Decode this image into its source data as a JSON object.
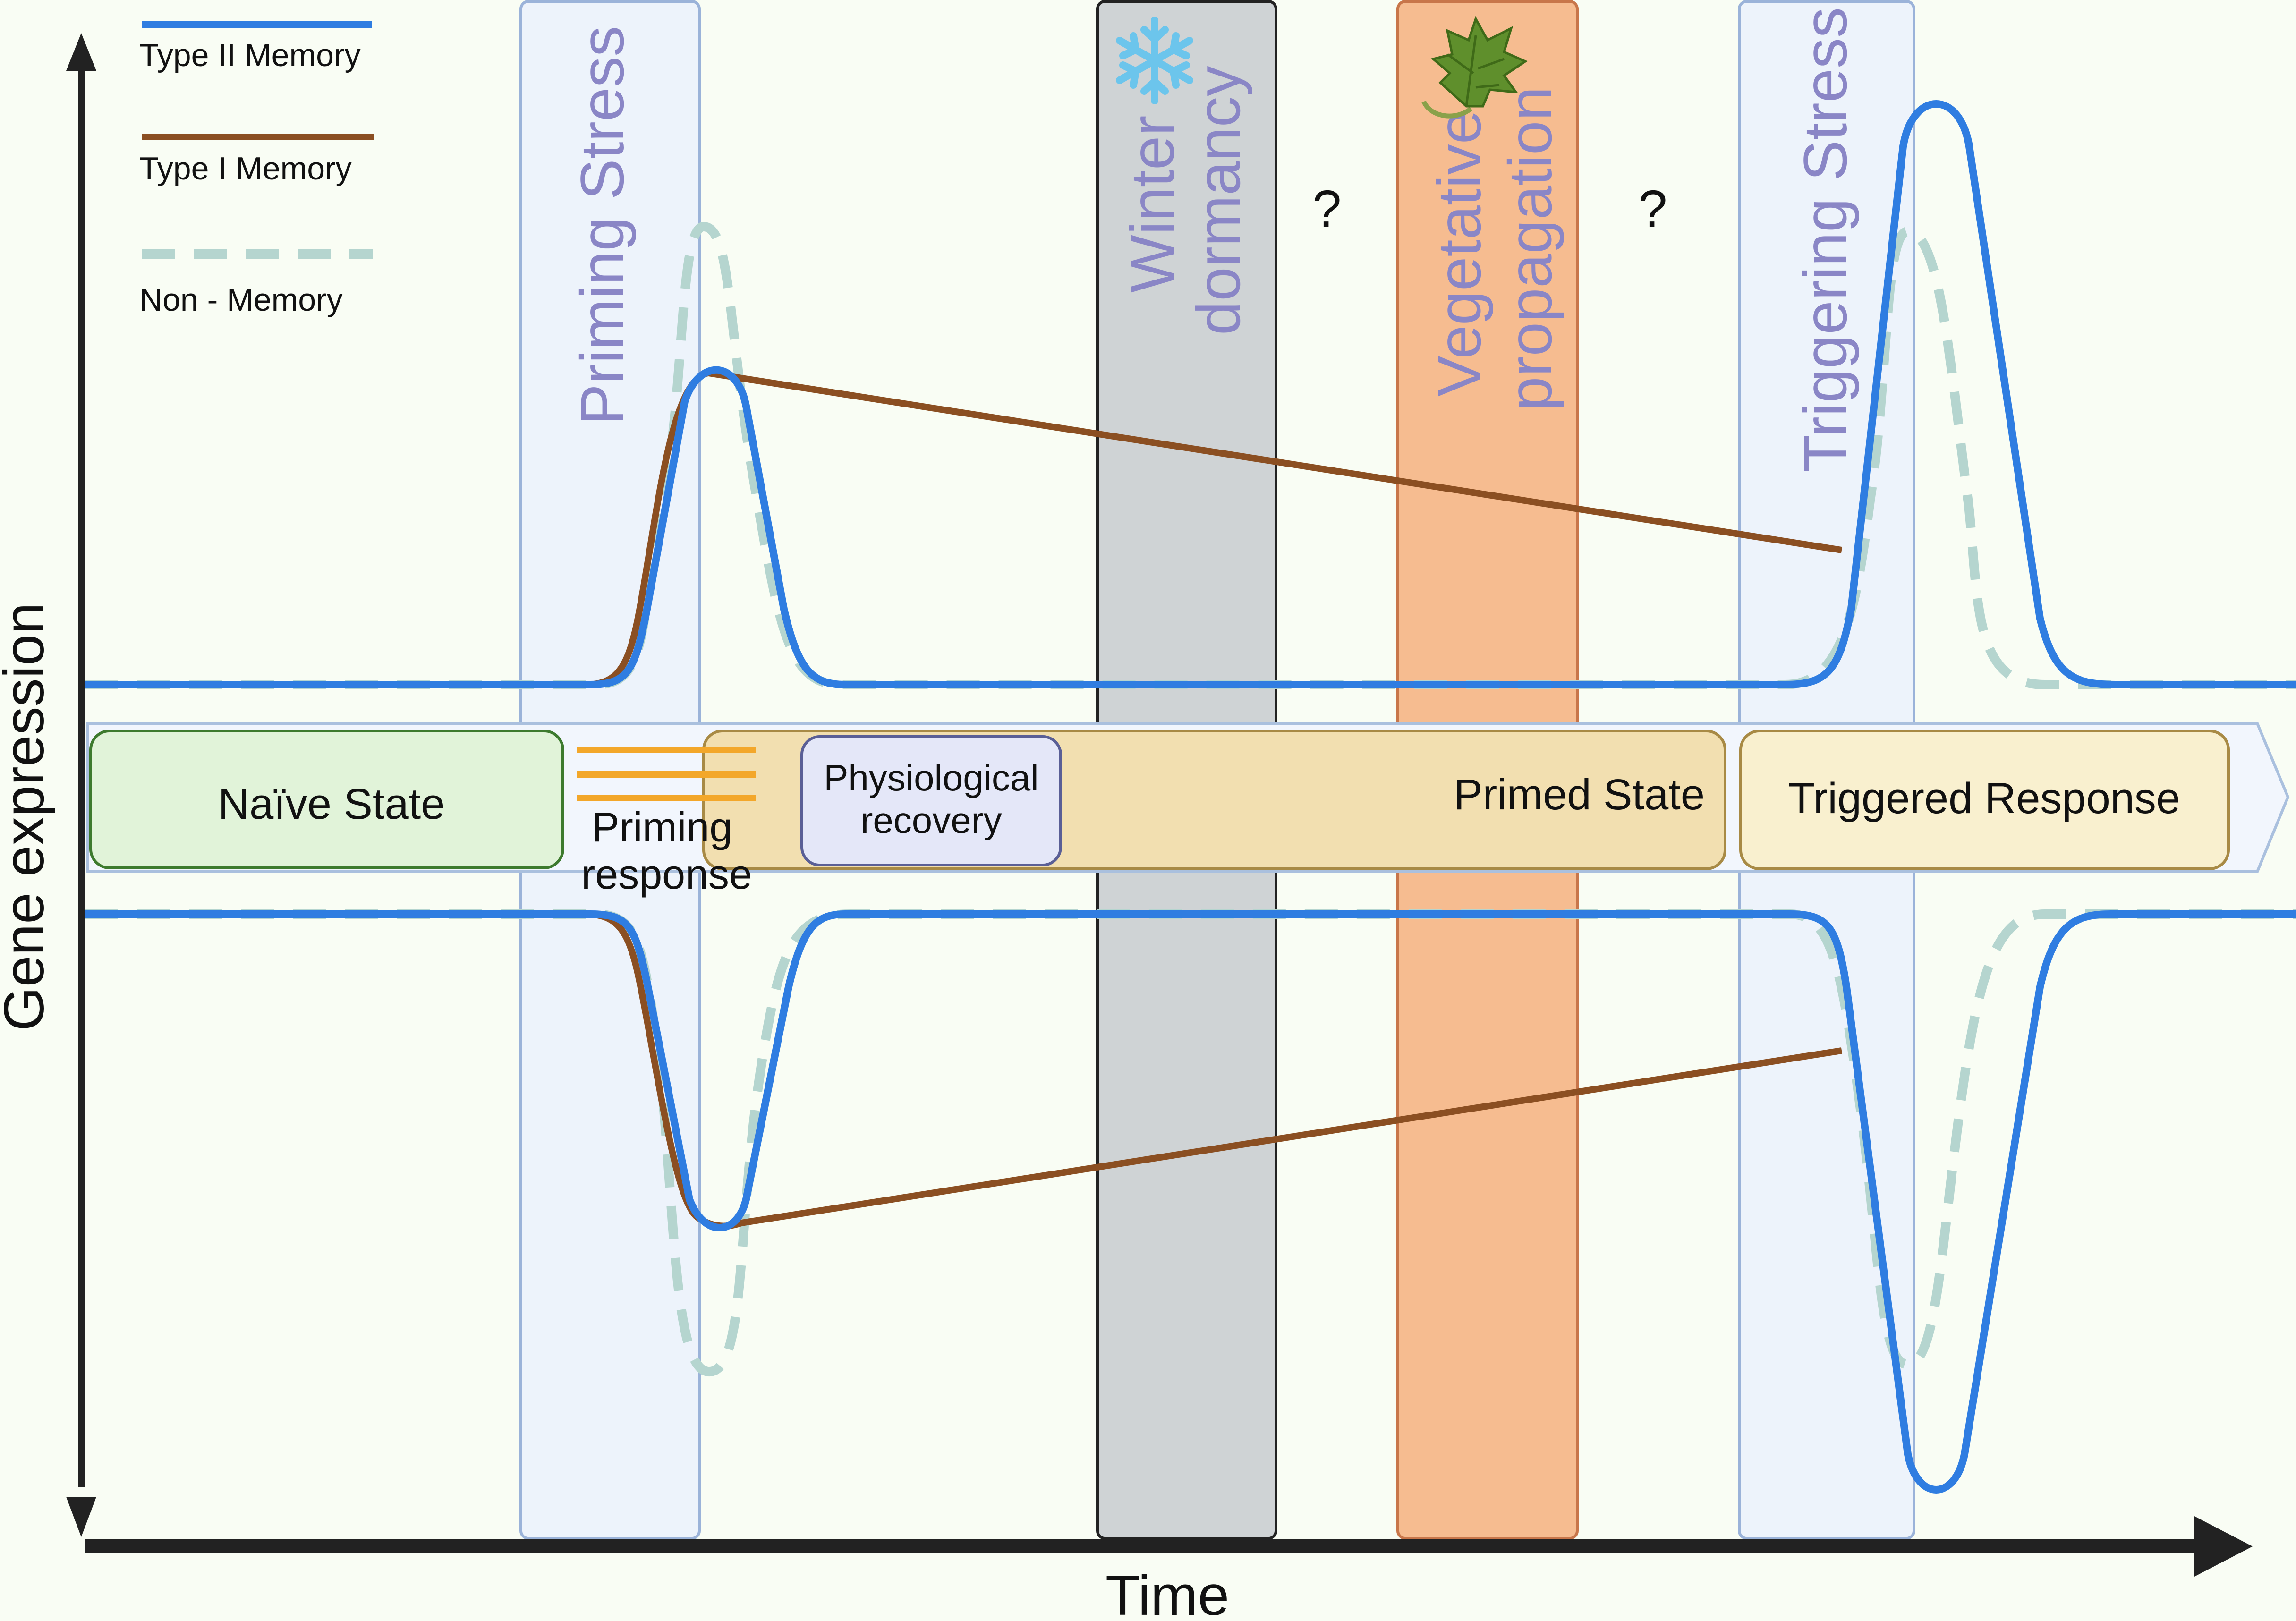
{
  "axes": {
    "y_label": "Gene expression",
    "x_label": "Time"
  },
  "legend": {
    "items": [
      {
        "label": "Type II Memory",
        "color": "#2f7de1",
        "style": "solid"
      },
      {
        "label": "Type I Memory",
        "color": "#8b4f22",
        "style": "solid"
      },
      {
        "label": "Non - Memory",
        "color": "#b5d5cf",
        "style": "dashed"
      }
    ]
  },
  "bands": {
    "priming": {
      "label": "Priming Stress"
    },
    "winter": {
      "label_line1": "Winter",
      "label_line2": "dormancy",
      "icon": "snowflake-icon"
    },
    "vegetative": {
      "label_line1": "Vegetative",
      "label_line2": "propagation",
      "icon": "grape-leaf-icon"
    },
    "triggering": {
      "label": "Triggering Stress"
    }
  },
  "question_marks": [
    "?",
    "?"
  ],
  "states": {
    "naive": "Naïve State",
    "priming_response_line1": "Priming",
    "priming_response_line2": "response",
    "physiological_line1": "Physiological",
    "physiological_line2": "recovery",
    "primed": "Primed State",
    "triggered": "Triggered Response"
  },
  "colors": {
    "type2": "#2f7de1",
    "type1": "#8b4f22",
    "non_memory": "#b5d5cf",
    "stress_band": "#edf3fb",
    "winter_band": "#cfd3d5",
    "vegetative_band": "#f6bc90",
    "naive_box": "#e1f3d9",
    "primed_box": "#f2dfb0",
    "triggered_box": "#f9f0cf",
    "recovery_box": "#e4e7f8",
    "priming_lines": "#f3a72a"
  }
}
